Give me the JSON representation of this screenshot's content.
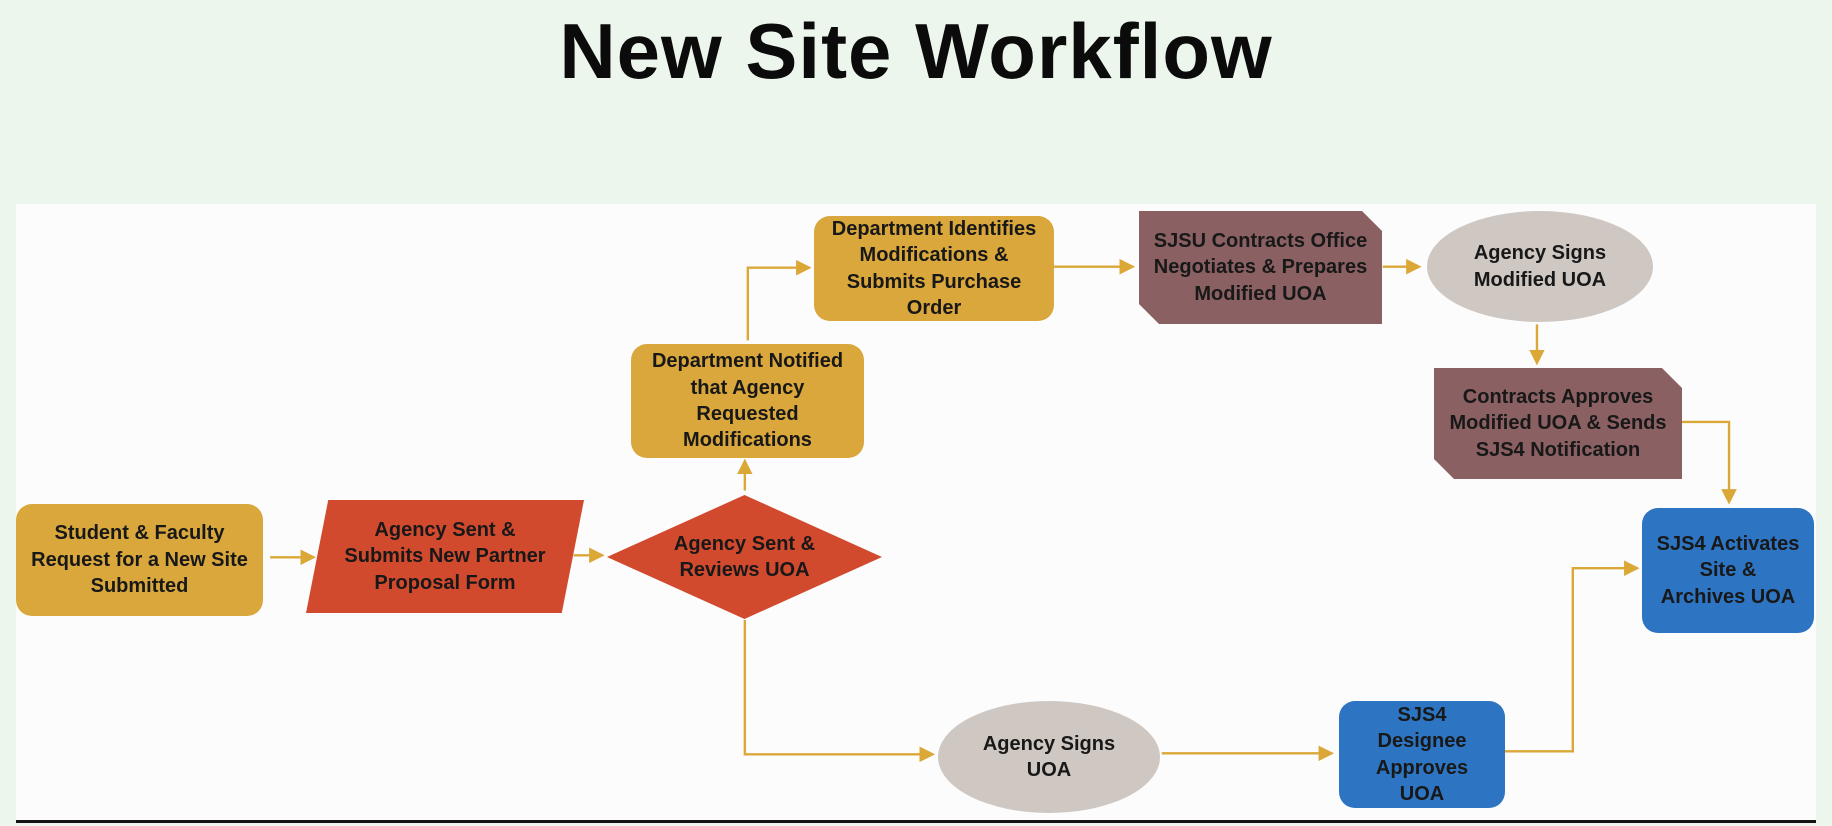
{
  "title": "New Site Workflow",
  "colors": {
    "page_background": "#edf6ed",
    "canvas_background": "#fcfcfc",
    "gold": "#d9a73c",
    "red": "#d24a2e",
    "mauve": "#8a6062",
    "gray_ellipse": "#cfc7c1",
    "blue": "#2d75c2",
    "arrow": "#dba837",
    "text": "#181818"
  },
  "nodes": [
    {
      "id": "student-request",
      "shape": "rounded-rectangle",
      "color": "gold",
      "label": "Student & Faculty Request for a New Site Submitted"
    },
    {
      "id": "agency-proposal-form",
      "shape": "parallelogram",
      "color": "red",
      "label": "Agency Sent & Submits New Partner Proposal Form"
    },
    {
      "id": "agency-reviews-uoa",
      "shape": "diamond",
      "color": "red",
      "label": "Agency Sent & Reviews UOA"
    },
    {
      "id": "dept-notified",
      "shape": "rounded-rectangle",
      "color": "gold",
      "label": "Department Notified that Agency Requested Modifications"
    },
    {
      "id": "dept-identifies",
      "shape": "rounded-rectangle",
      "color": "gold",
      "label": "Department Identifies Modifications & Submits Purchase Order"
    },
    {
      "id": "contracts-negotiates",
      "shape": "cut-corner-rectangle",
      "color": "mauve",
      "label": "SJSU Contracts Office Negotiates & Prepares Modified UOA"
    },
    {
      "id": "agency-signs-modified",
      "shape": "ellipse",
      "color": "gray",
      "label": "Agency Signs Modified UOA"
    },
    {
      "id": "contracts-approves",
      "shape": "cut-corner-rectangle",
      "color": "mauve",
      "label": "Contracts Approves Modified UOA & Sends SJS4 Notification"
    },
    {
      "id": "sjs4-activates",
      "shape": "rounded-rectangle",
      "color": "blue",
      "label": "SJS4 Activates Site & Archives UOA"
    },
    {
      "id": "agency-signs-uoa",
      "shape": "ellipse",
      "color": "gray",
      "label": "Agency Signs UOA"
    },
    {
      "id": "sjs4-designee-approves",
      "shape": "rounded-rectangle",
      "color": "blue",
      "label": "SJS4 Designee Approves UOA"
    }
  ],
  "edges": [
    {
      "from": "student-request",
      "to": "agency-proposal-form"
    },
    {
      "from": "agency-proposal-form",
      "to": "agency-reviews-uoa"
    },
    {
      "from": "agency-reviews-uoa",
      "to": "dept-notified"
    },
    {
      "from": "dept-notified",
      "to": "dept-identifies"
    },
    {
      "from": "dept-identifies",
      "to": "contracts-negotiates"
    },
    {
      "from": "contracts-negotiates",
      "to": "agency-signs-modified"
    },
    {
      "from": "agency-signs-modified",
      "to": "contracts-approves"
    },
    {
      "from": "contracts-approves",
      "to": "sjs4-activates"
    },
    {
      "from": "agency-reviews-uoa",
      "to": "agency-signs-uoa"
    },
    {
      "from": "agency-signs-uoa",
      "to": "sjs4-designee-approves"
    },
    {
      "from": "sjs4-designee-approves",
      "to": "sjs4-activates"
    }
  ]
}
